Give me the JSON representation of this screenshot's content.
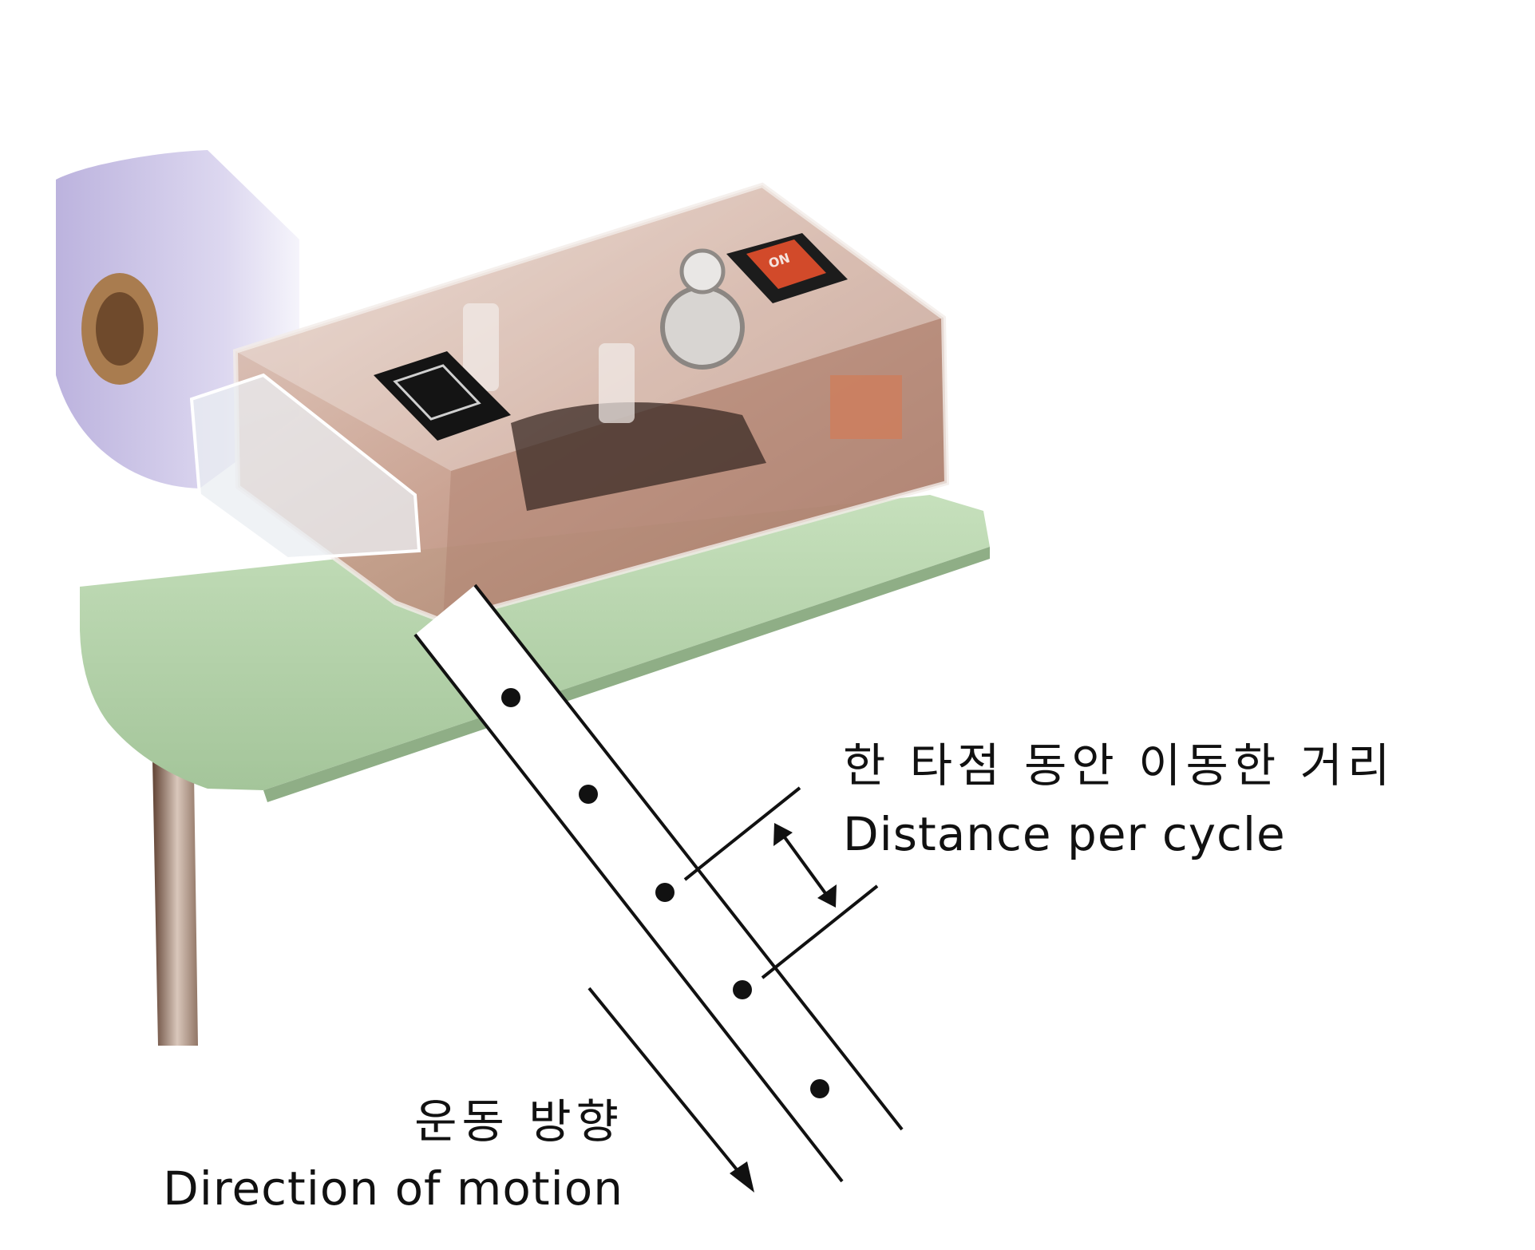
{
  "labels": {
    "distance_kr": "한 타점 동안 이동한 거리",
    "distance_en": "Distance per cycle",
    "direction_kr": "운동 방향",
    "direction_en": "Direction of motion"
  },
  "device": {
    "switch_text": "ON"
  },
  "tape": {
    "dot_count": 5
  },
  "colors": {
    "base": "#b8d6ae",
    "case": "#c9a392",
    "tape_roll": "#cdc6e6",
    "switch": "#d24a2a",
    "ink": "#111111"
  }
}
